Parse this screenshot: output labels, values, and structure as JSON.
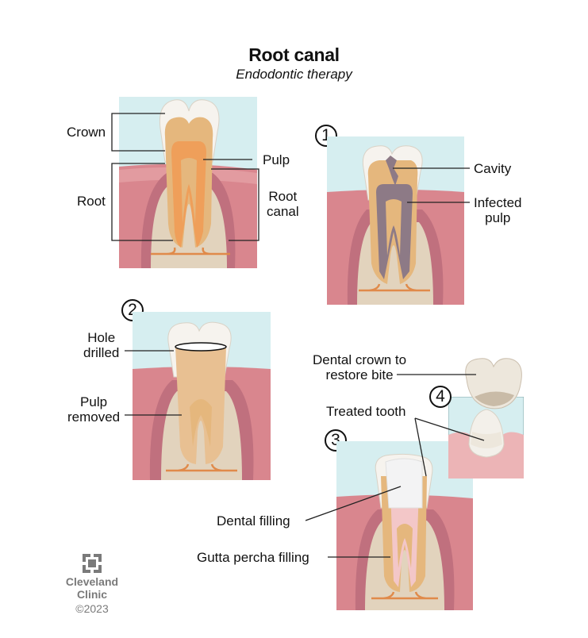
{
  "header": {
    "title": "Root canal",
    "subtitle": "Endodontic therapy"
  },
  "colors": {
    "sky": "#d6eef0",
    "gum": "#d9868e",
    "gum_light": "#ecb4b6",
    "bone": "#e2d3bd",
    "enamel": "#f6f3ee",
    "dentin": "#e5b77d",
    "pulp": "#ef9f5a",
    "infected_pulp": "#8d7a86",
    "gutta_percha": "#f3c7c8",
    "crown_cap": "#ede7dc"
  },
  "panels": {
    "anatomy": {
      "labels": {
        "crown": "Crown",
        "pulp": "Pulp",
        "root": "Root",
        "root_canal_line1": "Root",
        "root_canal_line2": "canal"
      }
    },
    "step1": {
      "number": "1",
      "labels": {
        "cavity": "Cavity",
        "infected_line1": "Infected",
        "infected_line2": "pulp"
      }
    },
    "step2": {
      "number": "2",
      "labels": {
        "hole_line1": "Hole",
        "hole_line2": "drilled",
        "pulp_line1": "Pulp",
        "pulp_line2": "removed"
      }
    },
    "step3": {
      "number": "3",
      "labels": {
        "dental_filling": "Dental filling",
        "gutta_percha": "Gutta percha filling"
      }
    },
    "step4": {
      "number": "4",
      "labels": {
        "crown_line1": "Dental crown to",
        "crown_line2": "restore bite",
        "treated_tooth": "Treated tooth"
      }
    }
  },
  "footer": {
    "brand_line1": "Cleveland",
    "brand_line2": "Clinic",
    "copyright": "©2023"
  }
}
